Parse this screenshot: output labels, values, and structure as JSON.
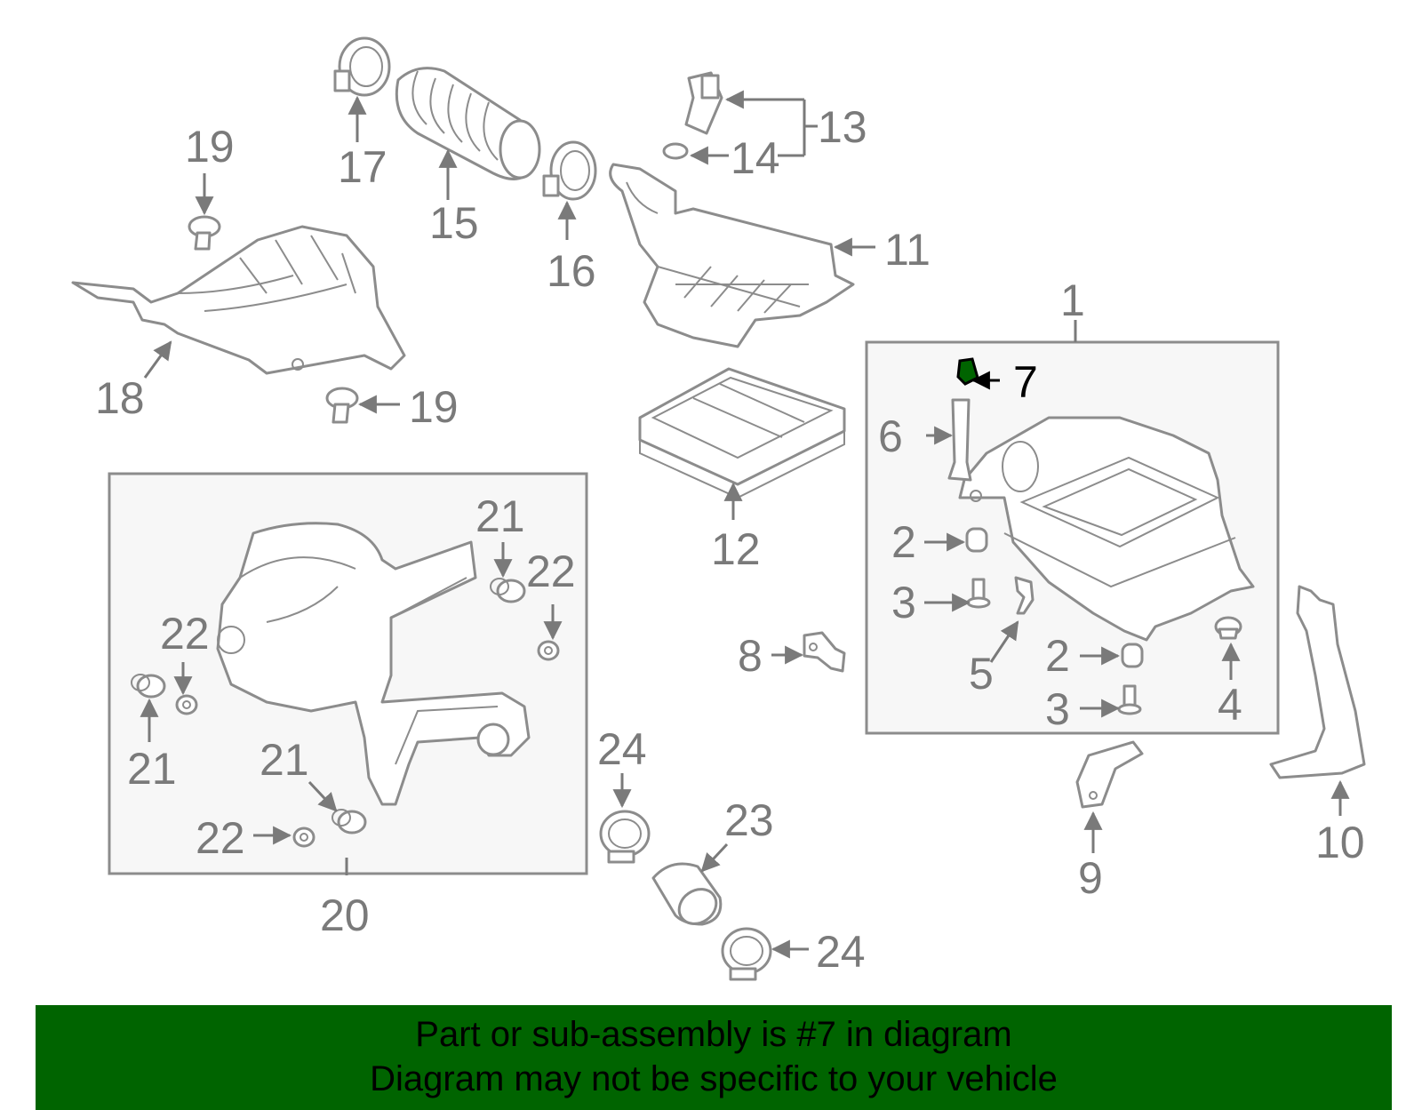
{
  "diagram": {
    "highlight_color": "#006400",
    "highlighted_part": "7",
    "callouts": [
      "1",
      "2",
      "2",
      "3",
      "3",
      "4",
      "5",
      "6",
      "7",
      "8",
      "9",
      "10",
      "11",
      "12",
      "13",
      "14",
      "15",
      "16",
      "17",
      "18",
      "19",
      "19",
      "20",
      "21",
      "21",
      "21",
      "22",
      "22",
      "22",
      "23",
      "24",
      "24"
    ]
  },
  "banner": {
    "line1": "Part or sub-assembly is #7 in diagram",
    "line2": "Diagram may not be specific to your vehicle",
    "background": "#006400"
  }
}
